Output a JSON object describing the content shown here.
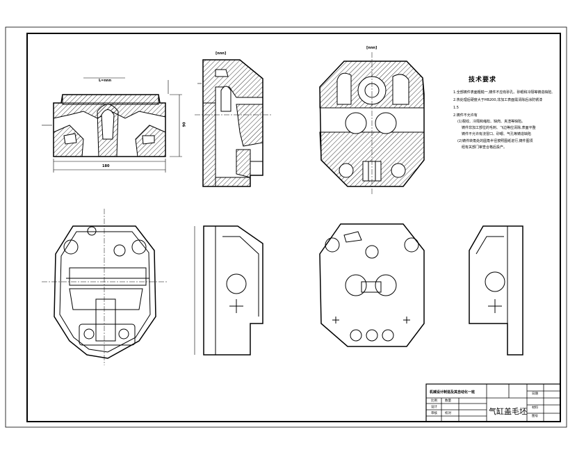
{
  "notes": {
    "title": "技术要求",
    "lines": [
      "1.全部铸件表面粗糙一,铸件不应有砂孔、砂眼和冷隔等铸造缺陷,",
      "2.热处理后硬度大于HB200,非加工表面需清除后涂防锈漆",
      "1.5",
      "2.铸件不允许有",
      "(1)裂纹、冷隔和缩松、缺肉、夹渣等缺陷。",
      "铸件非加工部位的毛刺、飞边等应清除,表面平整",
      "铸件不允许有浇冒口、砂眼、气孔等铸造缺陷",
      "(2)铸件转角处的圆角半径按照图纸进行,铸件图须",
      "经有关部门审查合格后投产。"
    ]
  },
  "title_block": {
    "heading": "机械设计制造及其自动化一班",
    "part_name": "气缸盖毛坯",
    "cells": [
      "比例",
      "数量",
      "设计",
      "审核",
      "校对",
      "日期",
      "材料",
      "图号"
    ]
  },
  "dims": {
    "top_left": "L=nnn",
    "front_view_label": "[nnn]",
    "side_view_label": "[nnn]",
    "width_dim": "180",
    "height_dim": "90"
  }
}
